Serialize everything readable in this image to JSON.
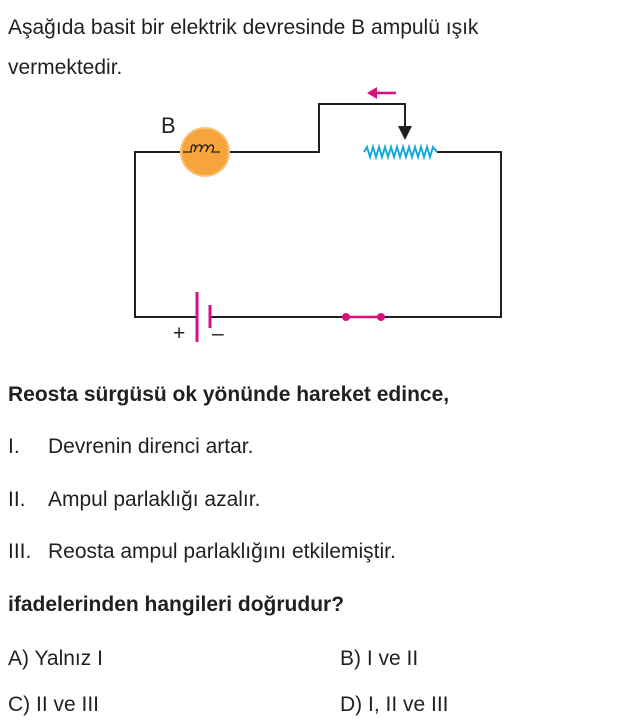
{
  "intro": [
    "Aşağıda basit bir elektrik devresinde B ampulü ışık",
    "vermektedir."
  ],
  "circuit": {
    "bulb_label": "B",
    "plus": "+",
    "minus": "–",
    "colors": {
      "wire": "#231f20",
      "bulb": "#f5a53c",
      "resistor": "#1ba8d8",
      "accent": "#d6127f"
    }
  },
  "stem": "Reosta sürgüsü ok yönünde hareket edince,",
  "statements": [
    {
      "num": "I.",
      "text": "Devrenin direnci artar."
    },
    {
      "num": "II.",
      "text": "Ampul parlaklığı azalır."
    },
    {
      "num": "III.",
      "text": "Reosta ampul parlaklığını etkilemiştir."
    }
  ],
  "question": "ifadelerinden hangileri doğrudur?",
  "options": {
    "A": "A) Yalnız I",
    "B": "B) I ve II",
    "C": "C) II ve III",
    "D": "D) I, II ve III"
  }
}
